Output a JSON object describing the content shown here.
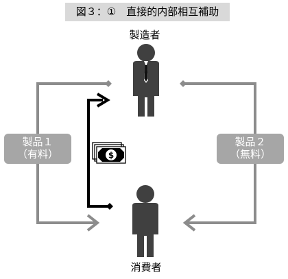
{
  "title": "図３：①　直接的内部相互補助",
  "nodes": {
    "manufacturer": "製造者",
    "consumer": "消費者"
  },
  "products": {
    "product1": {
      "line1": "製品１",
      "line2": "（有料）"
    },
    "product2": {
      "line1": "製品２",
      "line2": "（無料）"
    }
  },
  "colors": {
    "arrow_gray": "#8c8c8c",
    "arrow_black": "#000000",
    "person": "#404040",
    "product_box": "#a6a6a6",
    "title_bg": "#d9d9d9"
  },
  "icons": [
    "person-icon",
    "money-icon",
    "dollar-icon"
  ]
}
